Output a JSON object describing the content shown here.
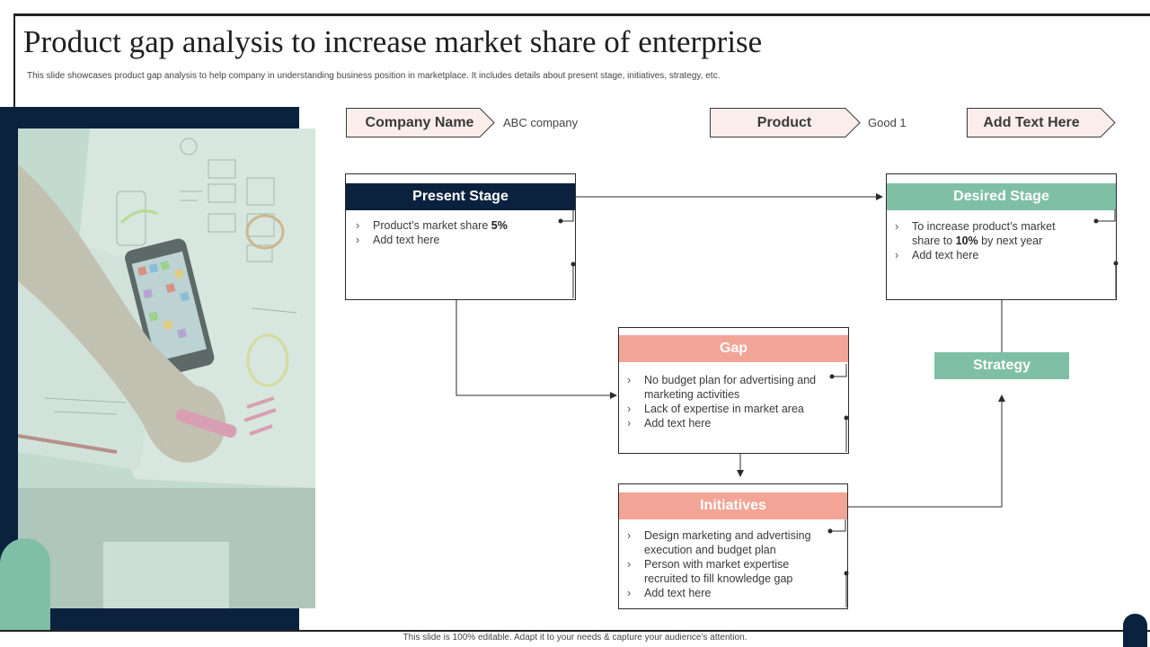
{
  "title": "Product gap analysis to increase market share of enterprise",
  "subtitle": "This slide showcases product gap analysis to help company in understanding business position in marketplace. It includes details about present stage, initiatives, strategy, etc.",
  "photo": {
    "icon": "hand-holding-phone-over-sketches-photo",
    "tint": "#b9d8c9"
  },
  "tags": [
    {
      "label": "Company Name",
      "value": "ABC company"
    },
    {
      "label": "Product",
      "value": "Good 1"
    },
    {
      "label": "Add Text Here",
      "value": ""
    }
  ],
  "present_stage": {
    "title": "Present Stage",
    "items": [
      {
        "text": "Product’s market share ",
        "bold": "5%",
        "after": ""
      },
      {
        "text": "Add text here",
        "bold": "",
        "after": ""
      }
    ]
  },
  "desired_stage": {
    "title": "Desired Stage",
    "items": [
      {
        "text": "To increase product’s market share to ",
        "bold": "10%",
        "after": "  by next year"
      },
      {
        "text": "Add text here",
        "bold": "",
        "after": ""
      }
    ]
  },
  "gap": {
    "title": "Gap",
    "items": [
      {
        "text": "No budget plan for advertising and marketing activities",
        "bold": "",
        "after": ""
      },
      {
        "text": "Lack of expertise in market area",
        "bold": "",
        "after": ""
      },
      {
        "text": "Add text here",
        "bold": "",
        "after": ""
      }
    ]
  },
  "initiatives": {
    "title": "Initiatives",
    "items": [
      {
        "text": "Design marketing and advertising execution and budget plan",
        "bold": "",
        "after": ""
      },
      {
        "text": "Person with market expertise recruited to fill knowledge gap",
        "bold": "",
        "after": ""
      },
      {
        "text": "Add text here",
        "bold": "",
        "after": ""
      }
    ]
  },
  "strategy": {
    "title": "Strategy"
  },
  "footer": "This slide is 100% editable.  Adapt it to your needs & capture your audience’s attention.",
  "colors": {
    "navy": "#0b223f",
    "green": "#7fbfa6",
    "salmon": "#f2a596",
    "tag_fill": "#fbeeea"
  }
}
